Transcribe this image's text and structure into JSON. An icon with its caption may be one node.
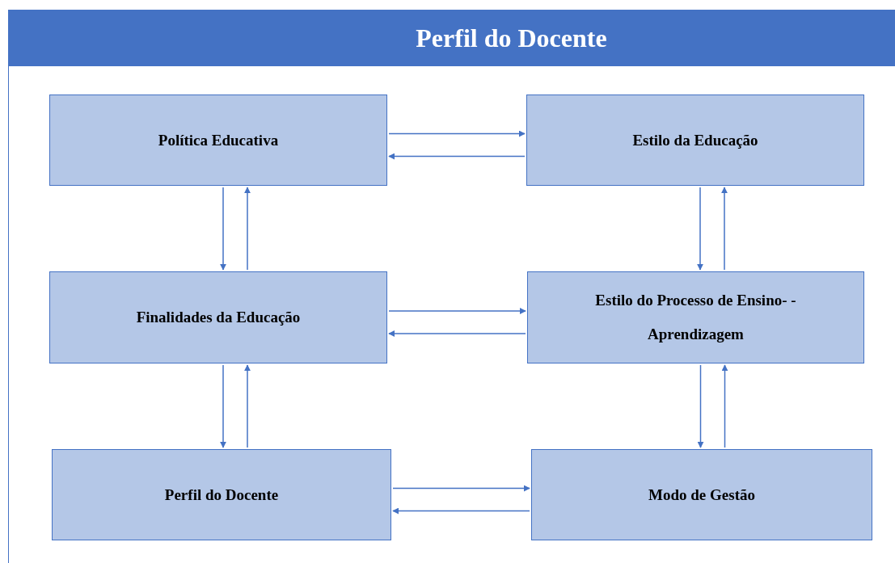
{
  "diagram": {
    "title": "Perfil do Docente",
    "nodes": [
      {
        "text": [
          "Política Educativa"
        ]
      },
      {
        "text": [
          "Estilo da Educação"
        ]
      },
      {
        "text": [
          "Finalidades da Educação"
        ]
      },
      {
        "text": [
          "Estilo do Processo de Ensino- -Aprendizagem"
        ]
      },
      {
        "text": [
          "Perfil do Docente"
        ]
      },
      {
        "text": [
          "Modo de Gestão"
        ]
      }
    ],
    "edges": [
      {
        "from": 0,
        "to": 1,
        "arrow": "to"
      },
      {
        "from": 1,
        "to": 0,
        "arrow": "to"
      },
      {
        "from": 0,
        "to": 2,
        "arrow": "to"
      },
      {
        "from": 2,
        "to": 0,
        "arrow": "to"
      },
      {
        "from": 1,
        "to": 3,
        "arrow": "to"
      },
      {
        "from": 3,
        "to": 1,
        "arrow": "to"
      },
      {
        "from": 2,
        "to": 3,
        "arrow": "to"
      },
      {
        "from": 3,
        "to": 2,
        "arrow": "to"
      },
      {
        "from": 2,
        "to": 4,
        "arrow": "to"
      },
      {
        "from": 4,
        "to": 2,
        "arrow": "to"
      },
      {
        "from": 3,
        "to": 5,
        "arrow": "to"
      },
      {
        "from": 5,
        "to": 3,
        "arrow": "to"
      },
      {
        "from": 4,
        "to": 5,
        "arrow": "to"
      },
      {
        "from": 5,
        "to": 4,
        "arrow": "to"
      }
    ]
  }
}
